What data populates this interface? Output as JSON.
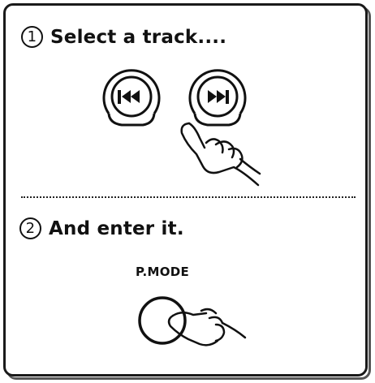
{
  "step1": {
    "number": "1",
    "title": "Select a track...."
  },
  "step2": {
    "number": "2",
    "title": "And enter it.",
    "button_label": "P.MODE"
  },
  "icons": [
    "previous-track-button",
    "next-track-button",
    "pointing-hand-icon",
    "p-mode-button"
  ]
}
